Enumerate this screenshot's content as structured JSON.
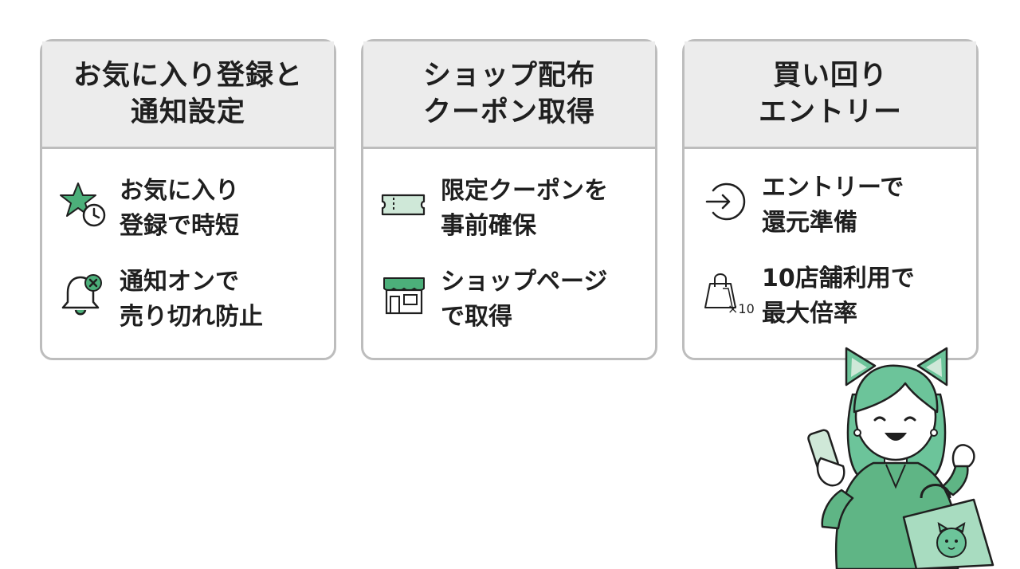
{
  "colors": {
    "accent": "#4caf7a",
    "accent_light": "#cfe8d8",
    "card_header_bg": "#ececec",
    "card_border": "#bdbdbd",
    "text": "#1f1f1f"
  },
  "cards": [
    {
      "title_lines": [
        "お気に入り登録と",
        "通知設定"
      ],
      "items": [
        {
          "icon": "star-clock-icon",
          "lines": [
            "お気に入り",
            "登録で時短"
          ]
        },
        {
          "icon": "bell-x-icon",
          "lines": [
            "通知オンで",
            "売り切れ防止"
          ]
        }
      ]
    },
    {
      "title_lines": [
        "ショップ配布",
        "クーポン取得"
      ],
      "items": [
        {
          "icon": "ticket-icon",
          "lines": [
            "限定クーポンを",
            "事前確保"
          ]
        },
        {
          "icon": "storefront-icon",
          "lines": [
            "ショップページ",
            "で取得"
          ]
        }
      ]
    },
    {
      "title_lines": [
        "買い回り",
        "エントリー"
      ],
      "items": [
        {
          "icon": "enter-arrow-icon",
          "lines": [
            "エントリーで",
            "還元準備"
          ]
        },
        {
          "icon": "shopping-bag-x10-icon",
          "badge": "×10",
          "lines": [
            "10店舗利用で",
            "最大倍率"
          ]
        }
      ]
    }
  ],
  "mascot": {
    "icon": "shopper-girl-tiger-ears-illustration"
  }
}
